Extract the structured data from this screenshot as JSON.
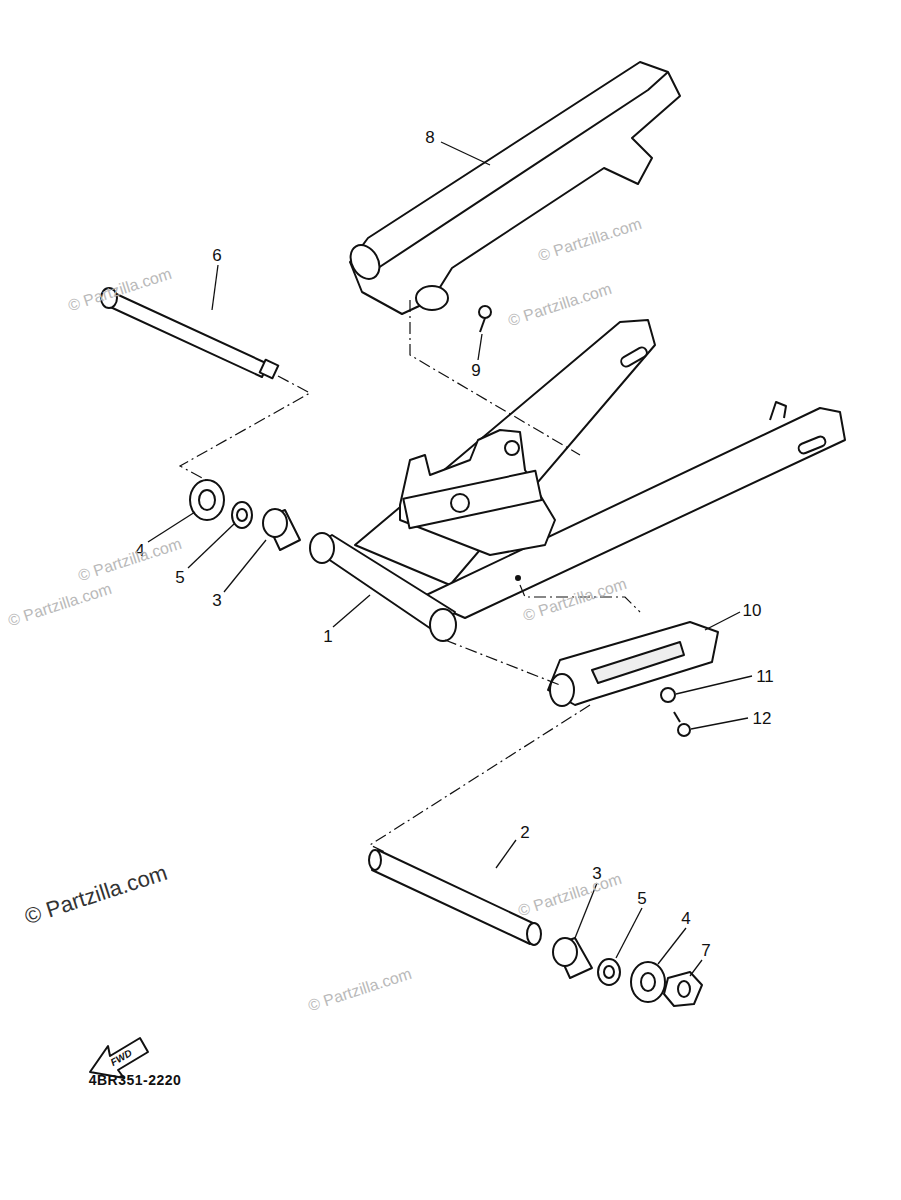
{
  "diagram": {
    "labels": [
      "8",
      "6",
      "9",
      "4",
      "5",
      "3",
      "1",
      "10",
      "11",
      "12",
      "2",
      "3",
      "5",
      "4",
      "7",
      "FWD",
      "4BR351-2220",
      "© Partzilla.com",
      "© Partzilla.com",
      "© Partzilla.com",
      "© Partzilla.com",
      "© Partzilla.com",
      "© Partzilla.com",
      "© Partzilla.com",
      "© Partzilla.com",
      "© Partzilla.com"
    ]
  }
}
